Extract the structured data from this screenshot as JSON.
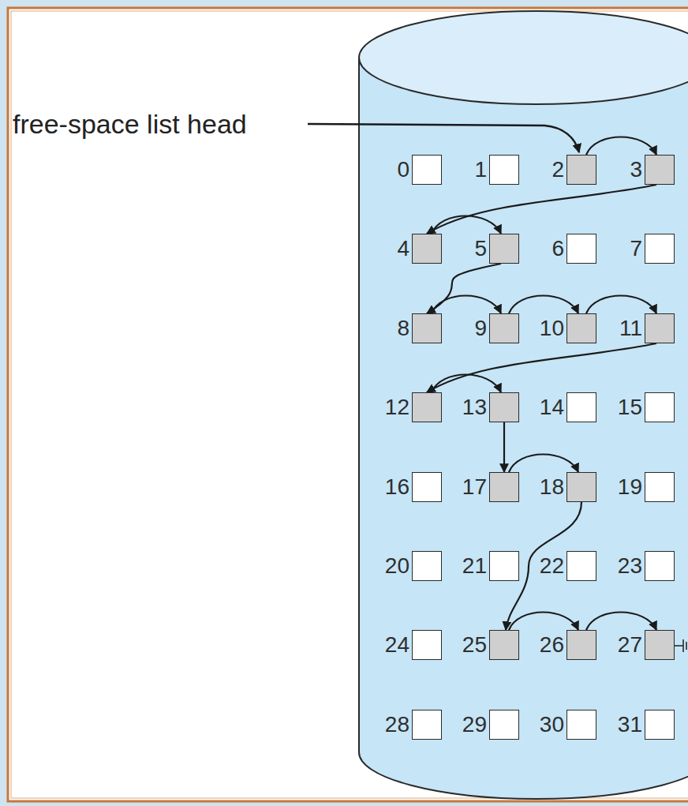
{
  "diagram": {
    "nodes": [
      {
        "text": [
          "0"
        ]
      },
      {
        "text": [
          "1"
        ]
      },
      {
        "text": [
          "2"
        ]
      },
      {
        "text": [
          "3"
        ]
      },
      {
        "text": [
          "4"
        ]
      },
      {
        "text": [
          "5"
        ]
      },
      {
        "text": [
          "6"
        ]
      },
      {
        "text": [
          "7"
        ]
      },
      {
        "text": [
          "8"
        ]
      },
      {
        "text": [
          "9"
        ]
      },
      {
        "text": [
          "10"
        ]
      },
      {
        "text": [
          "11"
        ]
      },
      {
        "text": [
          "12"
        ]
      },
      {
        "text": [
          "13"
        ]
      },
      {
        "text": [
          "14"
        ]
      },
      {
        "text": [
          "15"
        ]
      },
      {
        "text": [
          "16"
        ]
      },
      {
        "text": [
          "17"
        ]
      },
      {
        "text": [
          "18"
        ]
      },
      {
        "text": [
          "19"
        ]
      },
      {
        "text": [
          "20"
        ]
      },
      {
        "text": [
          "21"
        ]
      },
      {
        "text": [
          "22"
        ]
      },
      {
        "text": [
          "23"
        ]
      },
      {
        "text": [
          "24"
        ]
      },
      {
        "text": [
          "25"
        ]
      },
      {
        "text": [
          "26"
        ]
      },
      {
        "text": [
          "27"
        ]
      },
      {
        "text": [
          "28"
        ]
      },
      {
        "text": [
          "29"
        ]
      },
      {
        "text": [
          "30"
        ]
      },
      {
        "text": [
          "31"
        ]
      }
    ],
    "edges": [
      {
        "from": 2,
        "to": 3,
        "arrow": "to"
      },
      {
        "from": 3,
        "to": 4,
        "arrow": "to"
      },
      {
        "from": 4,
        "to": 5,
        "arrow": "to"
      },
      {
        "from": 5,
        "to": 8,
        "arrow": "to"
      },
      {
        "from": 8,
        "to": 9,
        "arrow": "to"
      },
      {
        "from": 9,
        "to": 10,
        "arrow": "to"
      },
      {
        "from": 10,
        "to": 11,
        "arrow": "to"
      },
      {
        "from": 11,
        "to": 12,
        "arrow": "to"
      },
      {
        "from": 12,
        "to": 13,
        "arrow": "to"
      },
      {
        "from": 13,
        "to": 17,
        "arrow": "to"
      },
      {
        "from": 17,
        "to": 18,
        "arrow": "to"
      },
      {
        "from": 18,
        "to": 25,
        "arrow": "to"
      },
      {
        "from": 25,
        "to": 26,
        "arrow": "to"
      },
      {
        "from": 26,
        "to": 27,
        "arrow": "to"
      }
    ],
    "labels": [
      "free-space list head"
    ]
  }
}
